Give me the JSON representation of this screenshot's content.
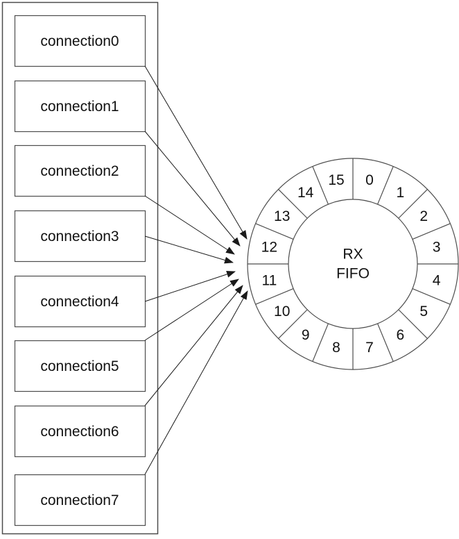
{
  "diagram": {
    "connections": {
      "items": [
        {
          "label": "connection0"
        },
        {
          "label": "connection1"
        },
        {
          "label": "connection2"
        },
        {
          "label": "connection3"
        },
        {
          "label": "connection4"
        },
        {
          "label": "connection5"
        },
        {
          "label": "connection6"
        },
        {
          "label": "connection7"
        }
      ]
    },
    "fifo": {
      "center_lines": [
        "RX",
        "FIFO"
      ],
      "slots": [
        "0",
        "1",
        "2",
        "3",
        "4",
        "5",
        "6",
        "7",
        "8",
        "9",
        "10",
        "11",
        "12",
        "13",
        "14",
        "15"
      ]
    },
    "colors": {
      "line": "#4d4d4d",
      "arrow": "#1a1a1a",
      "text": "#111111",
      "background": "#ffffff"
    }
  }
}
